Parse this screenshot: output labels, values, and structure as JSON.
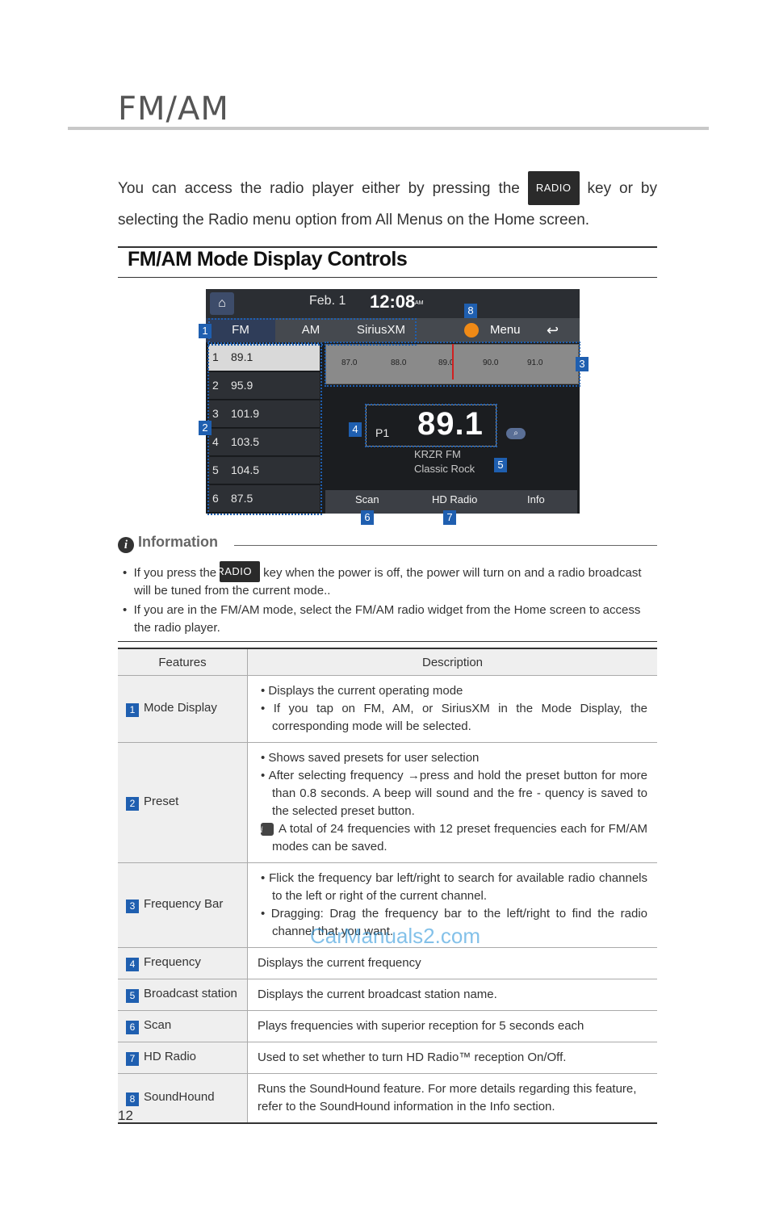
{
  "page_title": "FM/AM",
  "intro": {
    "before_key": "You can access the radio player either by pressing the",
    "key": "RADIO",
    "after_key": "key or by selecting the Radio menu option from All Menus on the Home screen."
  },
  "section_title": "FM/AM Mode Display Controls",
  "screen": {
    "date": "Feb.  1",
    "time": "12:08",
    "ampm": "AM",
    "tabs": [
      "FM",
      "AM",
      "SiriusXM"
    ],
    "menu": "Menu",
    "presets": [
      {
        "n": "1",
        "f": "89.1"
      },
      {
        "n": "2",
        "f": "95.9"
      },
      {
        "n": "3",
        "f": "101.9"
      },
      {
        "n": "4",
        "f": "103.5"
      },
      {
        "n": "5",
        "f": "104.5"
      },
      {
        "n": "6",
        "f": "87.5"
      }
    ],
    "ticks": [
      "87.0",
      "88.0",
      "89.0",
      "90.0",
      "91.0"
    ],
    "preset_label": "P1",
    "frequency": "89.1",
    "station": "KRZR FM",
    "genre": "Classic Rock",
    "buttons": [
      "Scan",
      "HD Radio",
      "Info"
    ],
    "callouts": [
      "1",
      "2",
      "3",
      "4",
      "5",
      "6",
      "7",
      "8"
    ]
  },
  "info": {
    "title": "Information",
    "b1_pre": "If you press the",
    "b1_key": "RADIO",
    "b1_post": "key when the power is off, the power will turn on and a radio broadcast will be tuned from the current mode..",
    "b2": "If you are in the FM/AM mode, select the FM/AM radio widget from the Home screen to access the radio player."
  },
  "table": {
    "headers": [
      "Features",
      "Description"
    ],
    "rows": [
      {
        "num": "1",
        "feature": "Mode Display",
        "lines": [
          "Displays the current operating mode",
          "If you tap on FM, AM, or SiriusXM in the Mode Display, the corresponding mode will be selected."
        ]
      },
      {
        "num": "2",
        "feature": "Preset",
        "lines": [
          "Shows saved presets for user selection",
          "After selecting frequency →press and hold the preset button for more than 0.8 seconds. A beep will sound and the fre - quency is saved to the selected preset button."
        ],
        "note": "A total of 24 frequencies with 12 preset frequencies each for FM/AM modes can be saved."
      },
      {
        "num": "3",
        "feature": "Frequency Bar",
        "lines": [
          "Flick the frequency bar left/right to search for available radio channels to the left or right of the current channel.",
          "Dragging: Drag the frequency bar to the left/right to find the radio channel that you want."
        ]
      },
      {
        "num": "4",
        "feature": "Frequency",
        "text": "Displays the current frequency"
      },
      {
        "num": "5",
        "feature": "Broadcast station",
        "text": "Displays the current broadcast station name."
      },
      {
        "num": "6",
        "feature": "Scan",
        "text": "Plays frequencies with superior reception for 5 seconds each"
      },
      {
        "num": "7",
        "feature": "HD Radio",
        "text": "Used to set whether to turn HD Radio™ reception On/Off."
      },
      {
        "num": "8",
        "feature": "SoundHound",
        "text": "Runs the SoundHound feature. For more details regarding this feature, refer to the SoundHound information in the Info section."
      }
    ]
  },
  "page_number": "12",
  "watermark": "CarManuals2.com"
}
